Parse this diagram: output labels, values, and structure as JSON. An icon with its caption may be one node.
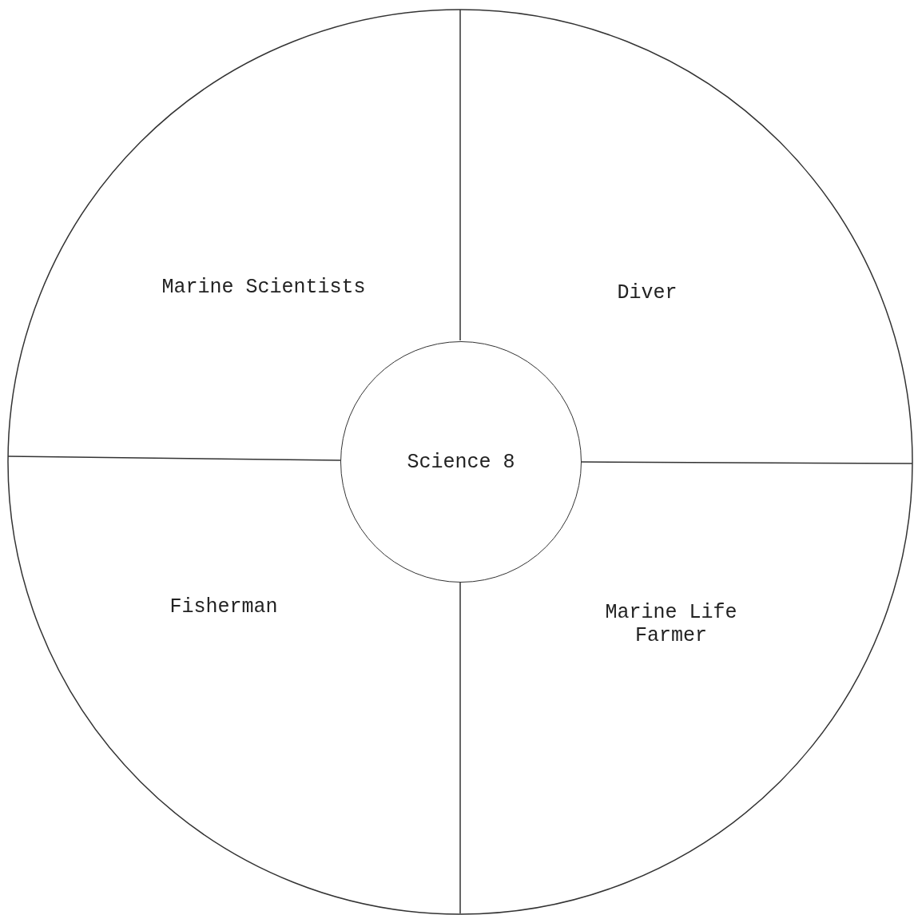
{
  "diagram": {
    "nodes": [
      {
        "text": [
          "Marine Scientists"
        ]
      },
      {
        "text": [
          "Diver"
        ]
      },
      {
        "text": [
          "Science 8"
        ]
      },
      {
        "text": [
          "Fisherman"
        ]
      },
      {
        "text": [
          "Marine Life Farmer"
        ]
      }
    ],
    "edges": []
  }
}
